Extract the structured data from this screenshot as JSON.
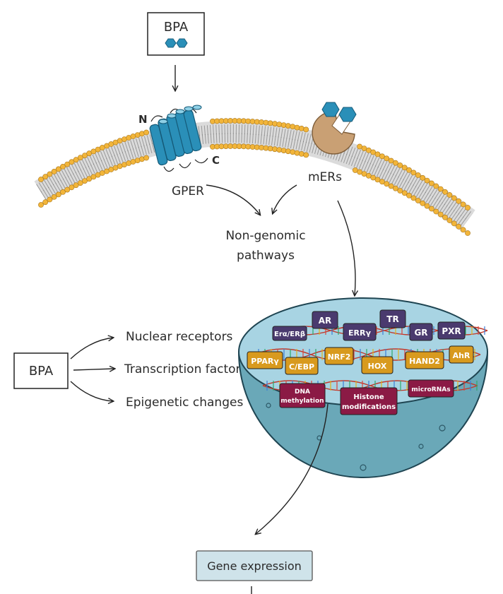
{
  "top_input": {
    "label": "BPA"
  },
  "membrane": {
    "gper": {
      "label": "GPER",
      "n_terminal": "N",
      "c_terminal": "C"
    },
    "mers": {
      "label": "mERs"
    },
    "outcome": {
      "line1": "Non-genomic",
      "line2": "pathways"
    }
  },
  "left_input": {
    "label": "BPA"
  },
  "effects": [
    "Nuclear receptors",
    "Transcription factors",
    "Epigenetic changes"
  ],
  "nucleus": {
    "nuclear_receptors": [
      "Erα/ERβ",
      "AR",
      "ERRγ",
      "TR",
      "GR",
      "PXR"
    ],
    "transcription_factors": [
      "PPARγ",
      "C/EBP",
      "NRF2",
      "HOX",
      "HAND2",
      "AhR"
    ],
    "epigenetic": [
      {
        "line1": "DNA",
        "line2": "methylation"
      },
      {
        "line1": "Histone",
        "line2": "modifications"
      },
      {
        "line1": "microRNAs",
        "line2": ""
      }
    ]
  },
  "output": {
    "label": "Gene expression"
  },
  "colors": {
    "receptor_purple": "#4a3a6e",
    "factor_gold": "#d89a1e",
    "epigenetic_maroon": "#8b1a45",
    "nucleus_blue": "#6aa8b8",
    "gper_blue": "#2a8fb8",
    "mer_tan": "#c9a074",
    "lipid_head": "#f2b53a"
  }
}
